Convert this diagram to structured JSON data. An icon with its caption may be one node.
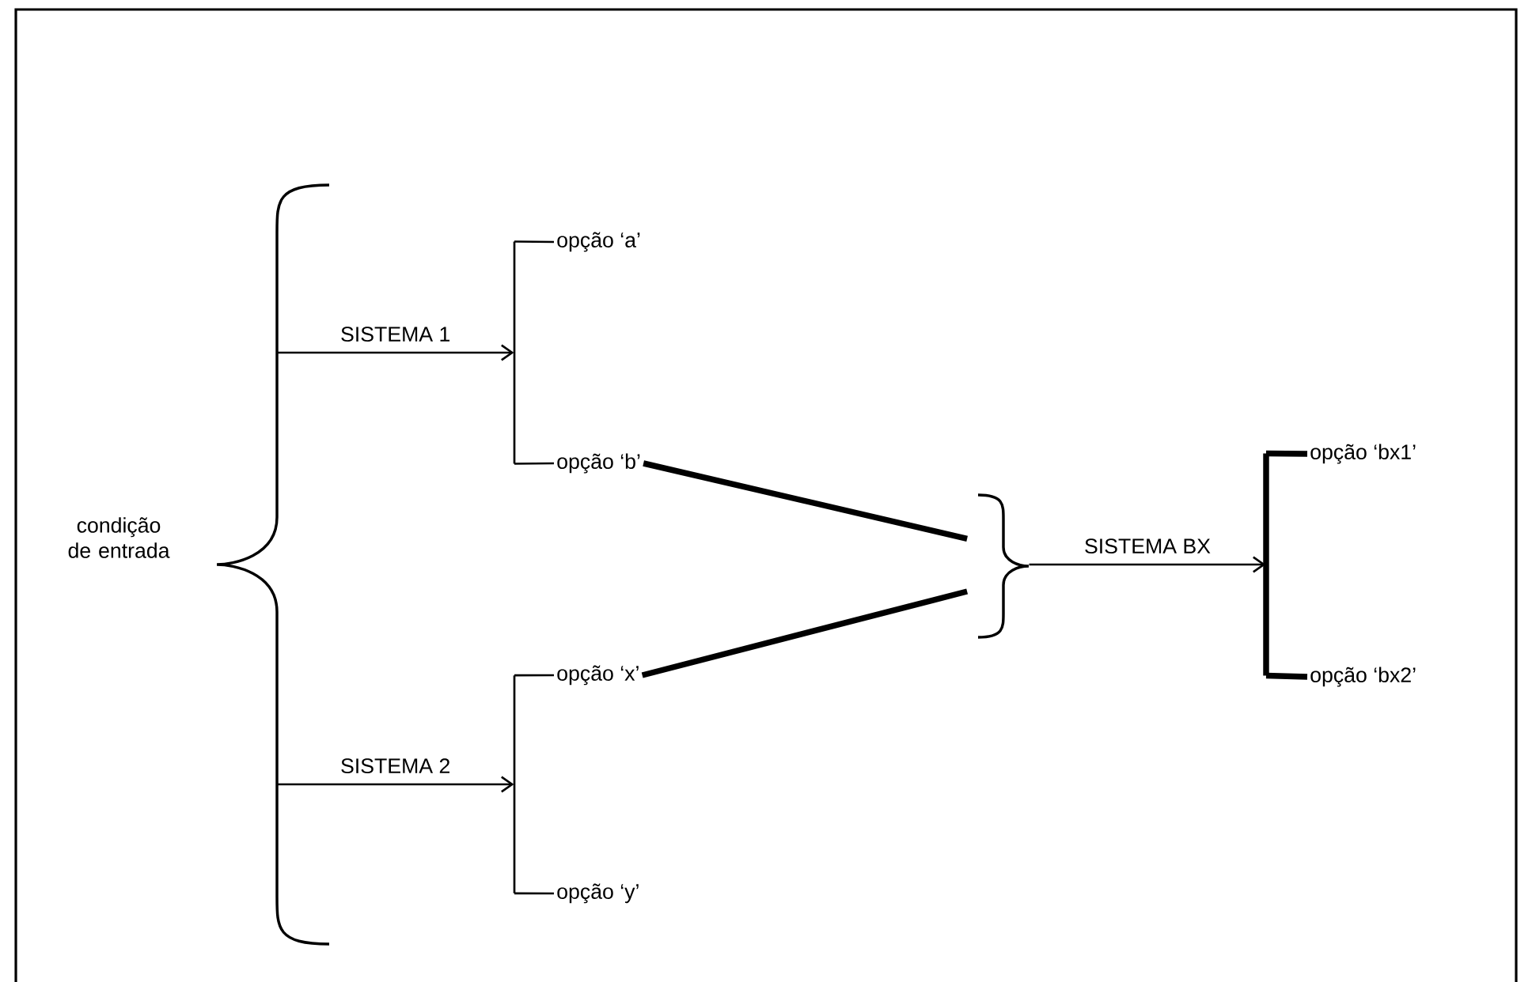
{
  "diagram": {
    "nodes": [
      {
        "text": [],
        "shape": "brace",
        "beside": [
          "condição de entrada"
        ]
      },
      {
        "text": [],
        "shape": "bracket"
      },
      {
        "text": [
          "opção ‘a’"
        ]
      },
      {
        "text": [
          "opção ‘b’"
        ]
      },
      {
        "text": [],
        "shape": "bracket"
      },
      {
        "text": [
          "opção ‘x’"
        ]
      },
      {
        "text": [
          "opção ‘y’"
        ]
      },
      {
        "text": [],
        "shape": "brace"
      },
      {
        "text": [],
        "shape": "bracket"
      },
      {
        "text": [
          "opção ‘bx1’"
        ]
      },
      {
        "text": [
          "opção ‘bx2’"
        ]
      }
    ],
    "edges": [
      {
        "from": 0,
        "to": 1,
        "arrow": "to",
        "label": "SISTEMA 1"
      },
      {
        "from": 1,
        "to": 2,
        "arrow": "none"
      },
      {
        "from": 1,
        "to": 3,
        "arrow": "none"
      },
      {
        "from": 0,
        "to": 4,
        "arrow": "to",
        "label": "SISTEMA 2"
      },
      {
        "from": 4,
        "to": 5,
        "arrow": "none"
      },
      {
        "from": 4,
        "to": 6,
        "arrow": "none"
      },
      {
        "from": 3,
        "to": 7,
        "arrow": "none",
        "style": "thick"
      },
      {
        "from": 5,
        "to": 7,
        "arrow": "none",
        "style": "thick"
      },
      {
        "from": 7,
        "to": 8,
        "arrow": "to",
        "label": "SISTEMA BX"
      },
      {
        "from": 8,
        "to": 9,
        "arrow": "none",
        "style": "thick"
      },
      {
        "from": 8,
        "to": 10,
        "arrow": "none",
        "style": "thick"
      }
    ]
  }
}
